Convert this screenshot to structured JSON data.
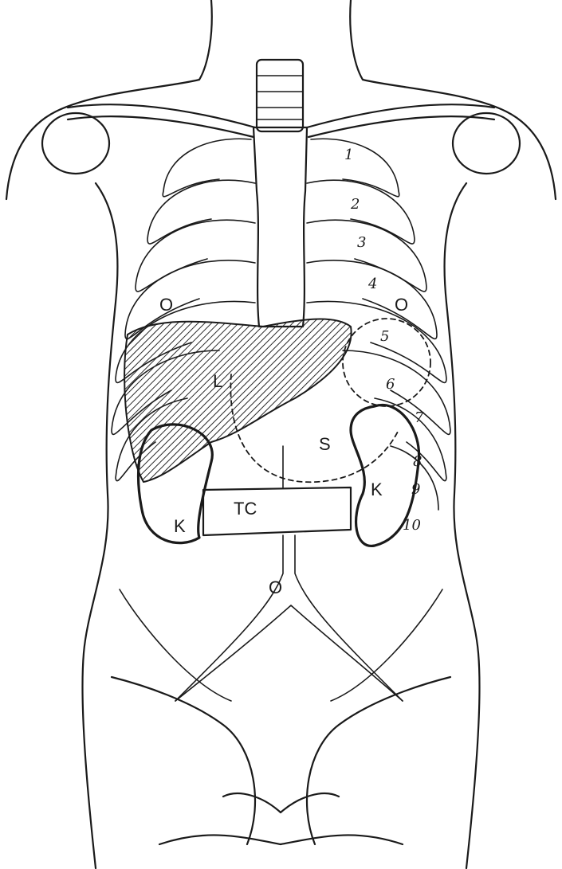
{
  "figure": {
    "labels": {
      "rib_numbers": [
        "1",
        "2",
        "3",
        "4",
        "5",
        "6",
        "7",
        "8",
        "9",
        "10"
      ],
      "o_upper_right": "O",
      "o_upper_left": "O",
      "o_lower": "O",
      "liver": "L",
      "spleen": "S",
      "kidney_left": "K",
      "kidney_right": "K",
      "transverse_colon": "TC"
    }
  }
}
